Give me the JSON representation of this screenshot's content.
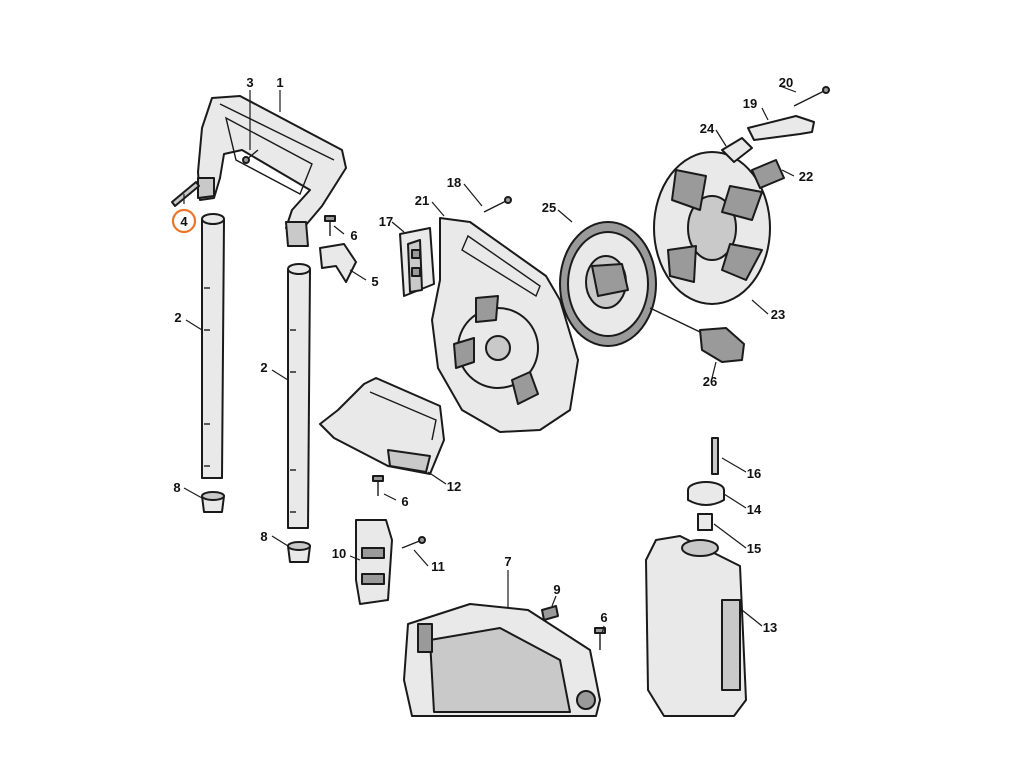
{
  "highlight_color": "#e8762b",
  "callouts": [
    {
      "id": "c1",
      "label": "1",
      "highlighted": false
    },
    {
      "id": "c3",
      "label": "3",
      "highlighted": false
    },
    {
      "id": "c4",
      "label": "4",
      "highlighted": true
    },
    {
      "id": "c2a",
      "label": "2",
      "highlighted": false
    },
    {
      "id": "c2b",
      "label": "2",
      "highlighted": false
    },
    {
      "id": "c8a",
      "label": "8",
      "highlighted": false
    },
    {
      "id": "c8b",
      "label": "8",
      "highlighted": false
    },
    {
      "id": "c6a",
      "label": "6",
      "highlighted": false
    },
    {
      "id": "c5",
      "label": "5",
      "highlighted": false
    },
    {
      "id": "c17",
      "label": "17",
      "highlighted": false
    },
    {
      "id": "c18",
      "label": "18",
      "highlighted": false
    },
    {
      "id": "c21",
      "label": "21",
      "highlighted": false
    },
    {
      "id": "c25",
      "label": "25",
      "highlighted": false
    },
    {
      "id": "c24",
      "label": "24",
      "highlighted": false
    },
    {
      "id": "c19",
      "label": "19",
      "highlighted": false
    },
    {
      "id": "c20",
      "label": "20",
      "highlighted": false
    },
    {
      "id": "c22",
      "label": "22",
      "highlighted": false
    },
    {
      "id": "c23",
      "label": "23",
      "highlighted": false
    },
    {
      "id": "c26",
      "label": "26",
      "highlighted": false
    },
    {
      "id": "c12",
      "label": "12",
      "highlighted": false
    },
    {
      "id": "c6b",
      "label": "6",
      "highlighted": false
    },
    {
      "id": "c10",
      "label": "10",
      "highlighted": false
    },
    {
      "id": "c11",
      "label": "11",
      "highlighted": false
    },
    {
      "id": "c7",
      "label": "7",
      "highlighted": false
    },
    {
      "id": "c9",
      "label": "9",
      "highlighted": false
    },
    {
      "id": "c6c",
      "label": "6",
      "highlighted": false
    },
    {
      "id": "c16",
      "label": "16",
      "highlighted": false
    },
    {
      "id": "c14",
      "label": "14",
      "highlighted": false
    },
    {
      "id": "c15",
      "label": "15",
      "highlighted": false
    },
    {
      "id": "c13",
      "label": "13",
      "highlighted": false
    }
  ]
}
